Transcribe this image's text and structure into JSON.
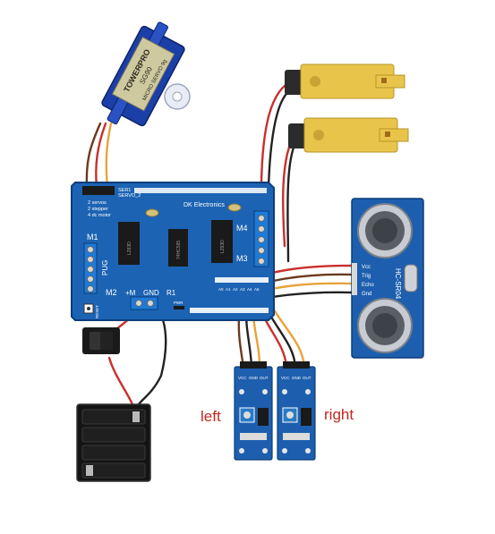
{
  "servo": {
    "brand": "TOWERPRO",
    "model": "SG90",
    "subtitle": "MICRO SERVO 9g"
  },
  "shield": {
    "maker": "DK Electronics",
    "servo_labels": [
      "SER1",
      "SERVO_2"
    ],
    "mode_lines": [
      "2 servos",
      "2 stepper",
      "4 dc motor"
    ],
    "motor_labels": [
      "M1",
      "M2",
      "M3",
      "M4"
    ],
    "power_labels": [
      "+M",
      "GND"
    ],
    "resistor_label": "R1",
    "side_label": "PUG",
    "reset_label": "RESET",
    "pwr_label": "PWR",
    "analog_labels": [
      "A0",
      "A1",
      "A2",
      "A3",
      "A4",
      "A5"
    ],
    "chip_text": "L293D",
    "shift_text": "74HC595"
  },
  "ultrasonic": {
    "model": "HC-SR04",
    "pins": [
      "Vcc",
      "Trig",
      "Echo",
      "Gnd"
    ]
  },
  "ir_sensor": {
    "pins": [
      "VCC",
      "GND",
      "OUT"
    ]
  },
  "labels": {
    "left": "left",
    "right": "right"
  },
  "colors": {
    "board_blue": "#1c63b3",
    "board_edge": "#0d3d7a",
    "motor_yellow": "#e8c54a",
    "wire_red": "#c9302c",
    "wire_orange": "#e8a33a",
    "wire_brown": "#6b3a1f",
    "wire_black": "#222222",
    "label_red": "#c0281e"
  }
}
